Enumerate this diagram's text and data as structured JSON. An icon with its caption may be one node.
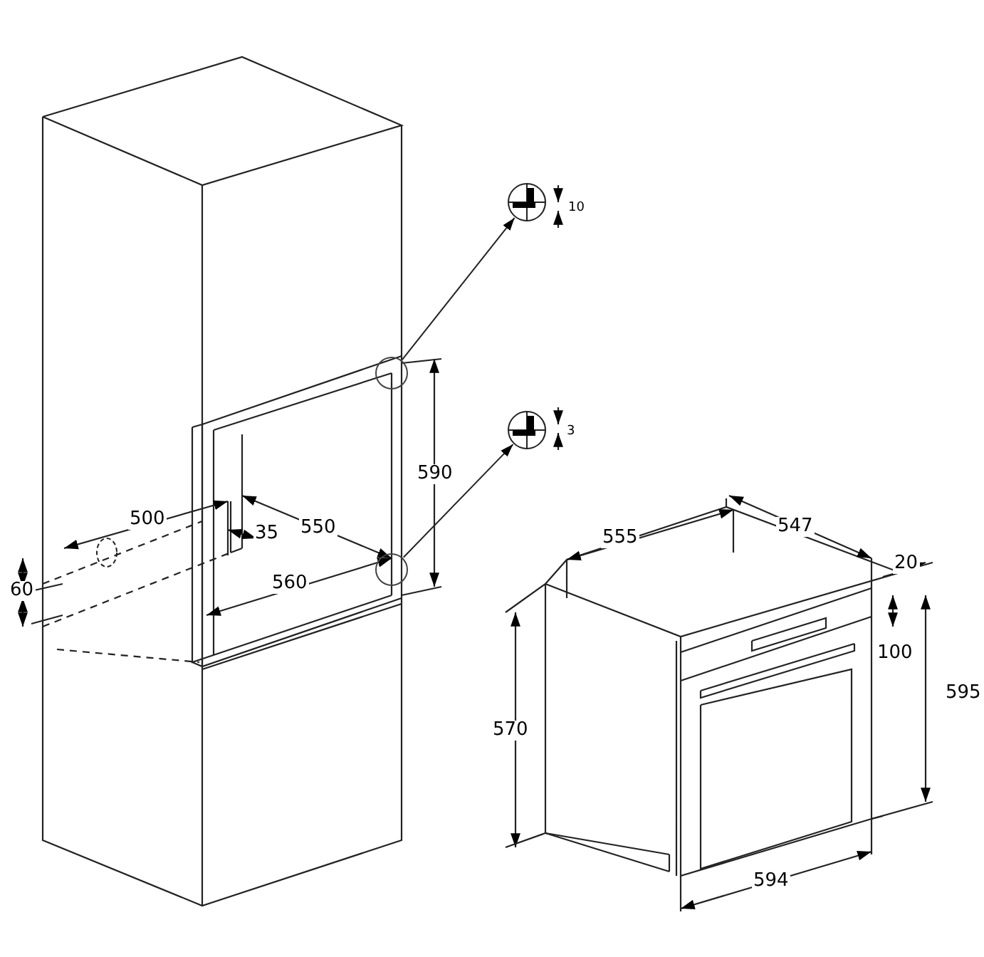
{
  "diagram": {
    "nodes": [
      {
        "text": [],
        "shape": "circle"
      },
      {
        "text": [],
        "shape": "picture"
      },
      {
        "text": [],
        "shape": "circle"
      },
      {
        "text": [],
        "shape": "picture"
      }
    ],
    "edges": [
      {
        "from": 0,
        "to": 1,
        "arrow": "to"
      },
      {
        "from": 2,
        "to": 3,
        "arrow": "to"
      }
    ],
    "labels": [
      "10",
      "3",
      "590",
      "500",
      "555",
      "547",
      "550",
      "35",
      "20",
      "560",
      "60",
      "100",
      "595",
      "570",
      "594"
    ]
  }
}
